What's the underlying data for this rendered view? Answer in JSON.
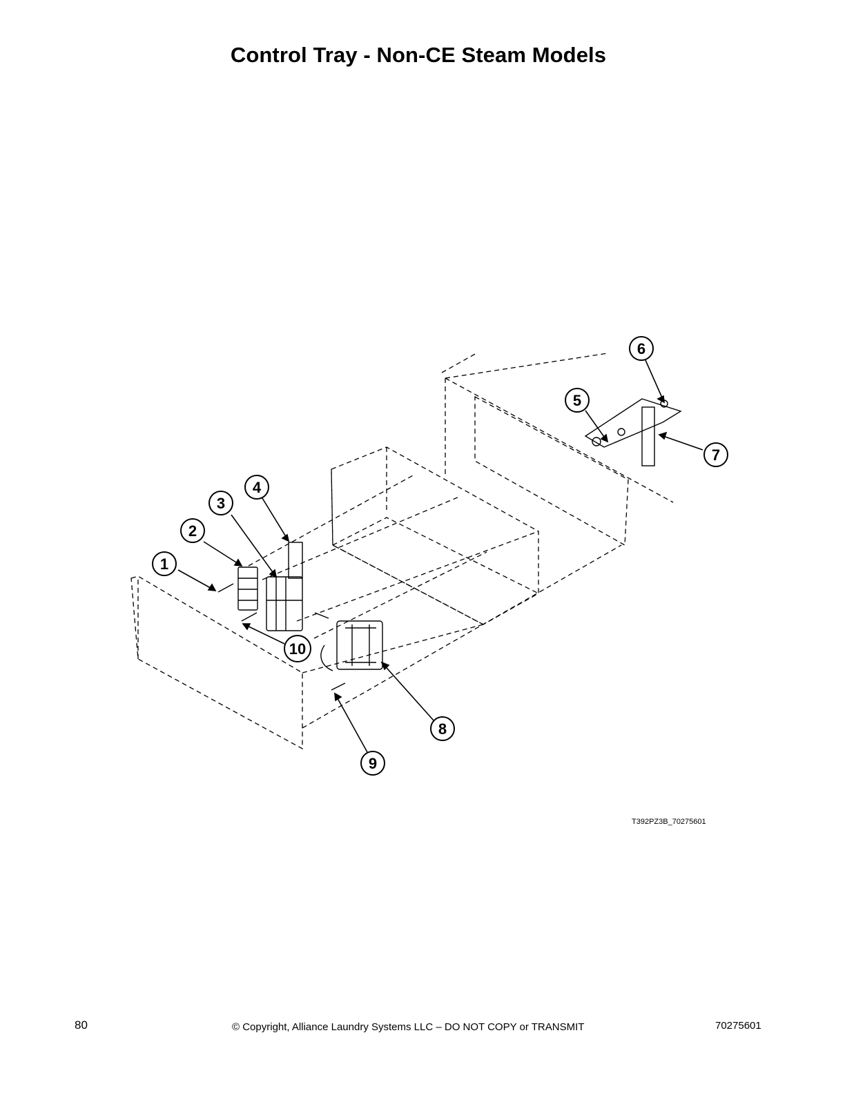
{
  "page": {
    "title": "Control Tray - Non-CE Steam Models",
    "figure_id": "T392PZ3B_70275601",
    "footer": {
      "page_number": "80",
      "copyright": "© Copyright, Alliance Laundry Systems LLC – DO NOT COPY or TRANSMIT",
      "doc_number": "70275601"
    }
  },
  "callouts": [
    "1",
    "2",
    "3",
    "4",
    "5",
    "6",
    "7",
    "8",
    "9",
    "10"
  ]
}
